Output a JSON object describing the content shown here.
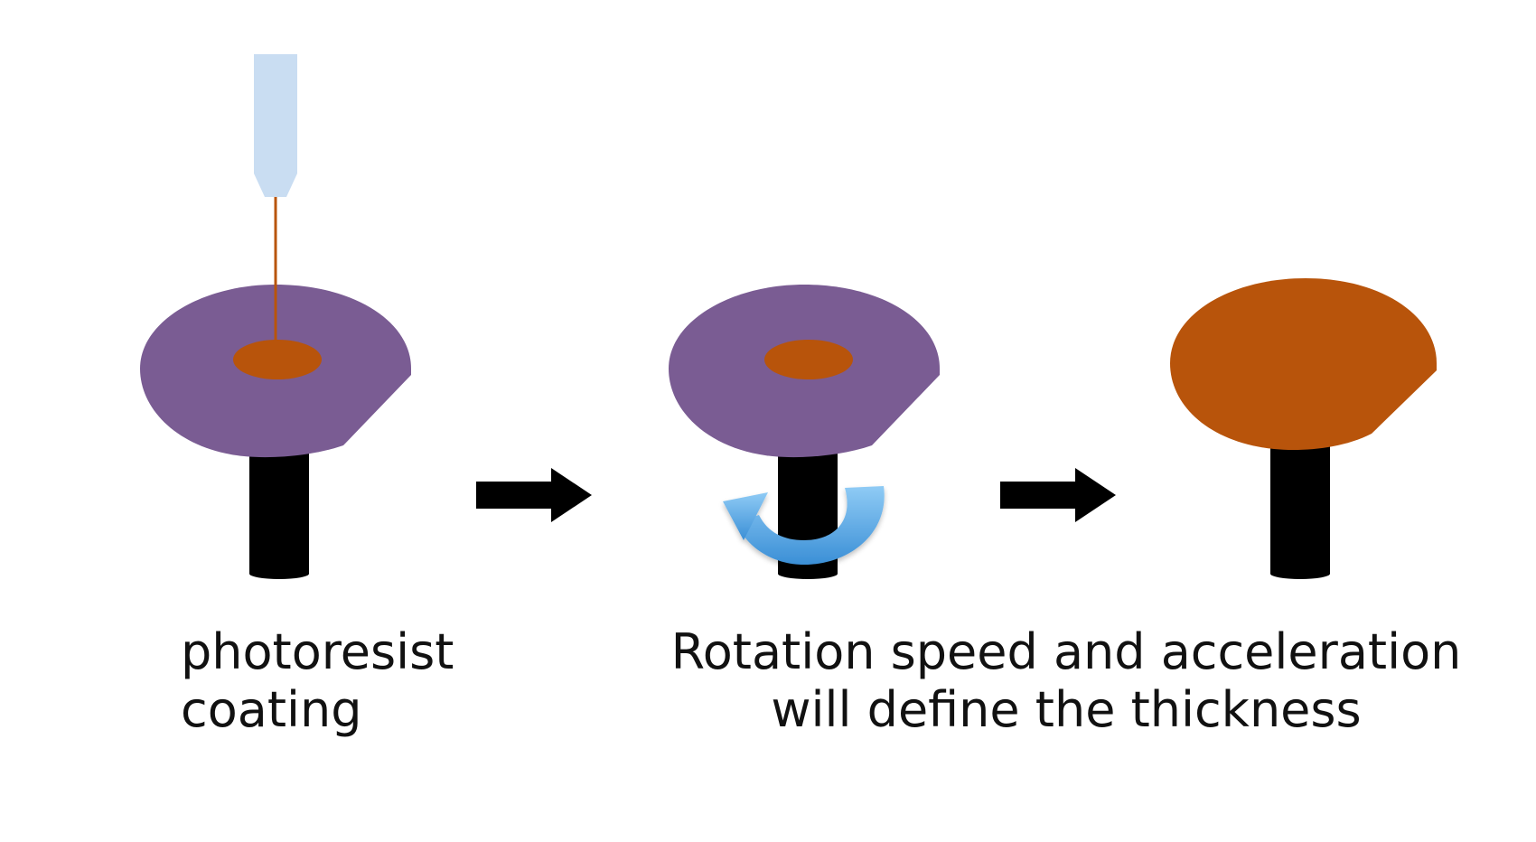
{
  "captions": {
    "step1": {
      "line1": "photoresist",
      "line2": "coating"
    },
    "step2": {
      "line1": "Rotation speed and acceleration",
      "line2": "will define the thickness"
    }
  },
  "colors": {
    "wafer": "#7a5c93",
    "photoresist": "#b8540b",
    "spindle": "#000000",
    "nozzle": "#c9ddf2",
    "rotation_arrow": "#5aaae6",
    "process_arrow": "#000000"
  },
  "icons": {
    "dispense": "nozzle-icon",
    "rotation": "curved-arrow-icon",
    "next_step": "right-arrow-icon"
  }
}
